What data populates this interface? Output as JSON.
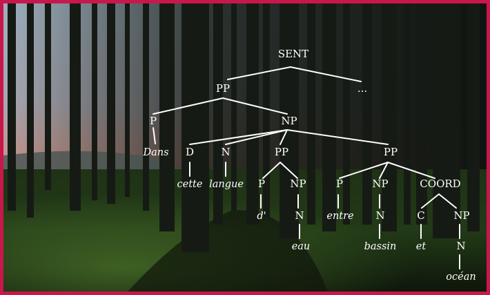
{
  "colors": {
    "frame": "#c8174a",
    "ink": "#ffffff",
    "sky_top": "#8ea2b3",
    "sky_glow": "#c7958c",
    "forest_dark": "#141a12",
    "moss": "#2c4a1f"
  },
  "background": {
    "description_icon": "forest-photo"
  },
  "tree": {
    "nodes": {
      "sent": "SENT",
      "ellipsis": "...",
      "pp_top": "PP",
      "p_dans": "P",
      "np_main": "NP",
      "w_dans": "Dans",
      "d": "D",
      "n_langue": "N",
      "pp_de": "PP",
      "pp_entre": "PP",
      "w_cette": "cette",
      "w_langue": "langue",
      "p_de": "P",
      "np_eau": "NP",
      "p_entre": "P",
      "np_bassin": "NP",
      "coord": "COORD",
      "w_de": "d'",
      "n_eau": "N",
      "w_entre": "entre",
      "n_bassin": "N",
      "c": "C",
      "np_ocean": "NP",
      "w_eau": "eau",
      "w_bassin": "bassin",
      "w_et": "et",
      "n_ocean": "N",
      "w_ocean": "océan"
    }
  }
}
